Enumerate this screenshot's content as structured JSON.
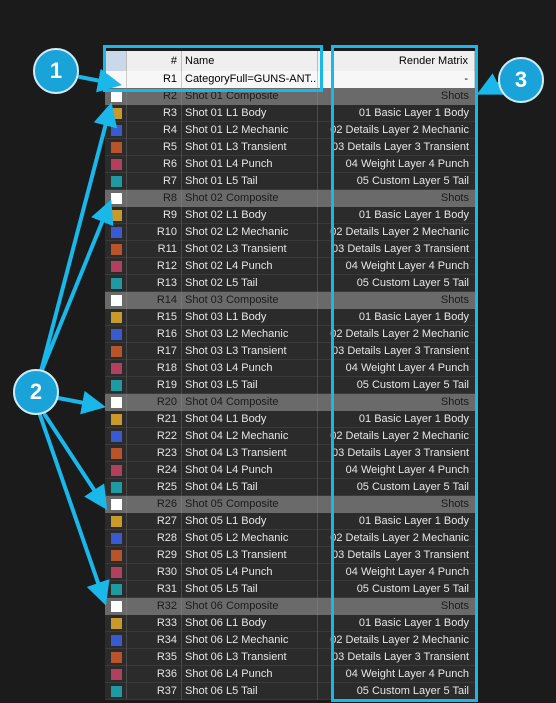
{
  "columns": {
    "color": "",
    "num": "#",
    "name": "Name",
    "render": "Render Matrix"
  },
  "badges": {
    "one": "1",
    "two": "2",
    "three": "3"
  },
  "colors": {
    "highlight": "#19b7ea",
    "composite": "#ffffff",
    "L1": "#c99a2a",
    "L2": "#3a5bcf",
    "L3": "#b7542a",
    "L4": "#b0405e",
    "L5": "#1e9aa3"
  },
  "rows": [
    {
      "num": "R1",
      "name": "CategoryFull=GUNS-ANT...",
      "render": "-",
      "type": "category"
    },
    {
      "num": "R2",
      "name": "Shot 01 Composite",
      "render": "Shots",
      "type": "composite",
      "color": "#ffffff"
    },
    {
      "num": "R3",
      "name": "Shot 01 L1 Body",
      "render": "01 Basic Layer 1 Body",
      "type": "data",
      "color": "#c99a2a"
    },
    {
      "num": "R4",
      "name": "Shot 01 L2 Mechanic",
      "render": "02 Details Layer 2 Mechanic",
      "type": "data",
      "color": "#3a5bcf"
    },
    {
      "num": "R5",
      "name": "Shot 01 L3 Transient",
      "render": "03 Details Layer 3 Transient",
      "type": "data",
      "color": "#b7542a"
    },
    {
      "num": "R6",
      "name": "Shot 01 L4 Punch",
      "render": "04 Weight Layer 4 Punch",
      "type": "data",
      "color": "#b0405e"
    },
    {
      "num": "R7",
      "name": "Shot 01 L5 Tail",
      "render": "05 Custom Layer 5 Tail",
      "type": "data",
      "color": "#1e9aa3"
    },
    {
      "num": "R8",
      "name": "Shot 02 Composite",
      "render": "Shots",
      "type": "composite",
      "color": "#ffffff"
    },
    {
      "num": "R9",
      "name": "Shot 02 L1 Body",
      "render": "01 Basic Layer 1 Body",
      "type": "data",
      "color": "#c99a2a"
    },
    {
      "num": "R10",
      "name": "Shot 02 L2 Mechanic",
      "render": "02 Details Layer 2 Mechanic",
      "type": "data",
      "color": "#3a5bcf"
    },
    {
      "num": "R11",
      "name": "Shot 02 L3 Transient",
      "render": "03 Details Layer 3 Transient",
      "type": "data",
      "color": "#b7542a"
    },
    {
      "num": "R12",
      "name": "Shot 02 L4 Punch",
      "render": "04 Weight Layer 4 Punch",
      "type": "data",
      "color": "#b0405e"
    },
    {
      "num": "R13",
      "name": "Shot 02 L5 Tail",
      "render": "05 Custom Layer 5 Tail",
      "type": "data",
      "color": "#1e9aa3"
    },
    {
      "num": "R14",
      "name": "Shot 03 Composite",
      "render": "Shots",
      "type": "composite",
      "color": "#ffffff"
    },
    {
      "num": "R15",
      "name": "Shot 03 L1 Body",
      "render": "01 Basic Layer 1 Body",
      "type": "data",
      "color": "#c99a2a"
    },
    {
      "num": "R16",
      "name": "Shot 03 L2 Mechanic",
      "render": "02 Details Layer 2 Mechanic",
      "type": "data",
      "color": "#3a5bcf"
    },
    {
      "num": "R17",
      "name": "Shot 03 L3 Transient",
      "render": "03 Details Layer 3 Transient",
      "type": "data",
      "color": "#b7542a"
    },
    {
      "num": "R18",
      "name": "Shot 03 L4 Punch",
      "render": "04 Weight Layer 4 Punch",
      "type": "data",
      "color": "#b0405e"
    },
    {
      "num": "R19",
      "name": "Shot 03 L5 Tail",
      "render": "05 Custom Layer 5 Tail",
      "type": "data",
      "color": "#1e9aa3"
    },
    {
      "num": "R20",
      "name": "Shot 04 Composite",
      "render": "Shots",
      "type": "composite",
      "color": "#ffffff"
    },
    {
      "num": "R21",
      "name": "Shot 04 L1 Body",
      "render": "01 Basic Layer 1 Body",
      "type": "data",
      "color": "#c99a2a"
    },
    {
      "num": "R22",
      "name": "Shot 04 L2 Mechanic",
      "render": "02 Details Layer 2 Mechanic",
      "type": "data",
      "color": "#3a5bcf"
    },
    {
      "num": "R23",
      "name": "Shot 04 L3 Transient",
      "render": "03 Details Layer 3 Transient",
      "type": "data",
      "color": "#b7542a"
    },
    {
      "num": "R24",
      "name": "Shot 04 L4 Punch",
      "render": "04 Weight Layer 4 Punch",
      "type": "data",
      "color": "#b0405e"
    },
    {
      "num": "R25",
      "name": "Shot 04 L5 Tail",
      "render": "05 Custom Layer 5 Tail",
      "type": "data",
      "color": "#1e9aa3"
    },
    {
      "num": "R26",
      "name": "Shot 05 Composite",
      "render": "Shots",
      "type": "composite",
      "color": "#ffffff"
    },
    {
      "num": "R27",
      "name": "Shot 05 L1 Body",
      "render": "01 Basic Layer 1 Body",
      "type": "data",
      "color": "#c99a2a"
    },
    {
      "num": "R28",
      "name": "Shot 05 L2 Mechanic",
      "render": "02 Details Layer 2 Mechanic",
      "type": "data",
      "color": "#3a5bcf"
    },
    {
      "num": "R29",
      "name": "Shot 05 L3 Transient",
      "render": "03 Details Layer 3 Transient",
      "type": "data",
      "color": "#b7542a"
    },
    {
      "num": "R30",
      "name": "Shot 05 L4 Punch",
      "render": "04 Weight Layer 4 Punch",
      "type": "data",
      "color": "#b0405e"
    },
    {
      "num": "R31",
      "name": "Shot 05 L5 Tail",
      "render": "05 Custom Layer 5 Tail",
      "type": "data",
      "color": "#1e9aa3"
    },
    {
      "num": "R32",
      "name": "Shot 06 Composite",
      "render": "Shots",
      "type": "composite",
      "color": "#ffffff"
    },
    {
      "num": "R33",
      "name": "Shot 06 L1 Body",
      "render": "01 Basic Layer 1 Body",
      "type": "data",
      "color": "#c99a2a"
    },
    {
      "num": "R34",
      "name": "Shot 06 L2 Mechanic",
      "render": "02 Details Layer 2 Mechanic",
      "type": "data",
      "color": "#3a5bcf"
    },
    {
      "num": "R35",
      "name": "Shot 06 L3 Transient",
      "render": "03 Details Layer 3 Transient",
      "type": "data",
      "color": "#b7542a"
    },
    {
      "num": "R36",
      "name": "Shot 06 L4 Punch",
      "render": "04 Weight Layer 4 Punch",
      "type": "data",
      "color": "#b0405e"
    },
    {
      "num": "R37",
      "name": "Shot 06 L5 Tail",
      "render": "05 Custom Layer 5 Tail",
      "type": "data",
      "color": "#1e9aa3"
    }
  ]
}
